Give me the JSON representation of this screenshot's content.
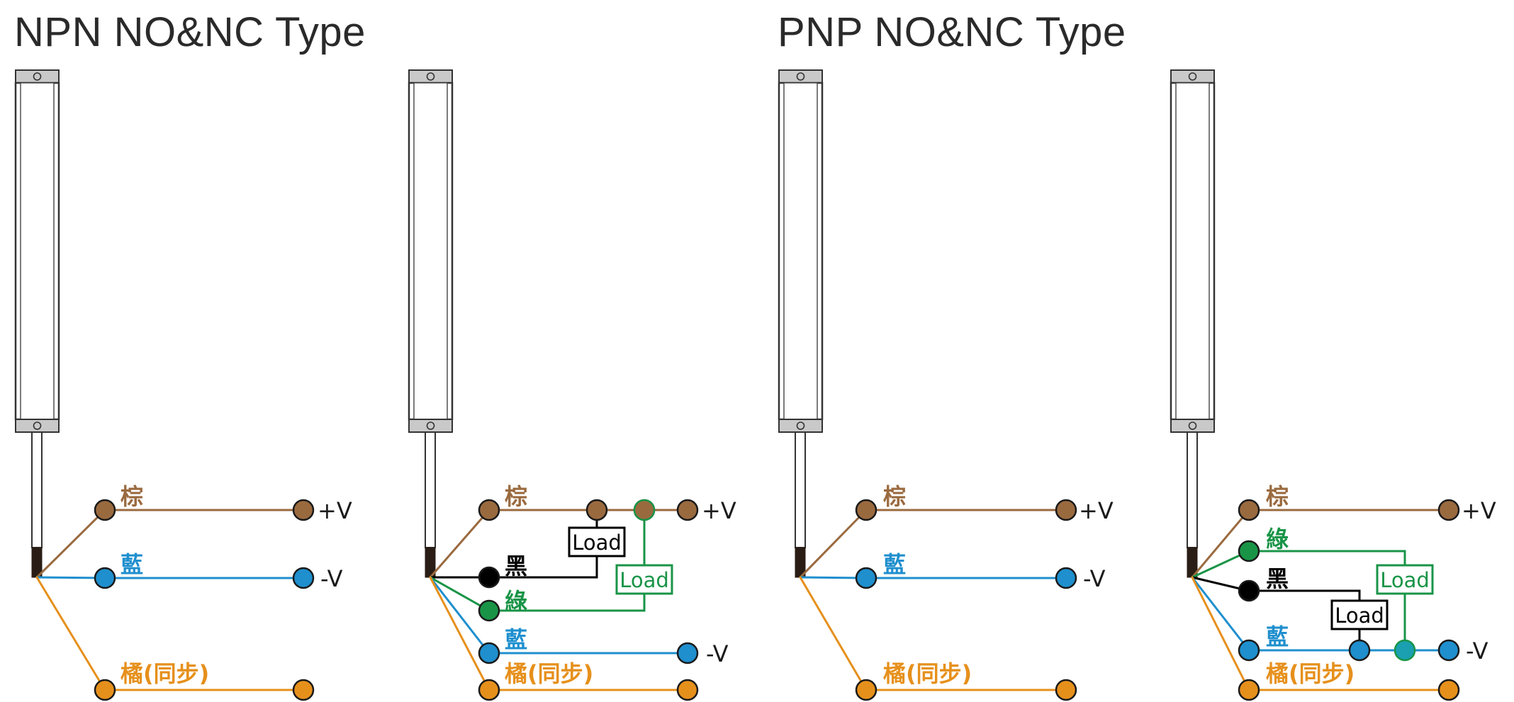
{
  "titles": {
    "npn": "NPN NO&NC Type",
    "pnp": "PNP NO&NC Type"
  },
  "colors": {
    "brown": "#9a6a3f",
    "blue": "#1f8fce",
    "orange": "#e6901c",
    "green": "#199447",
    "black": "#000000",
    "pnp_junction": "#1aa0b0"
  },
  "wire_labels": {
    "brown": "棕",
    "blue": "藍",
    "orange": "橘(同步)",
    "black": "黑",
    "green": "綠"
  },
  "terminals": {
    "plus_v": "+V",
    "minus_v": "-V"
  },
  "load_label": "Load"
}
